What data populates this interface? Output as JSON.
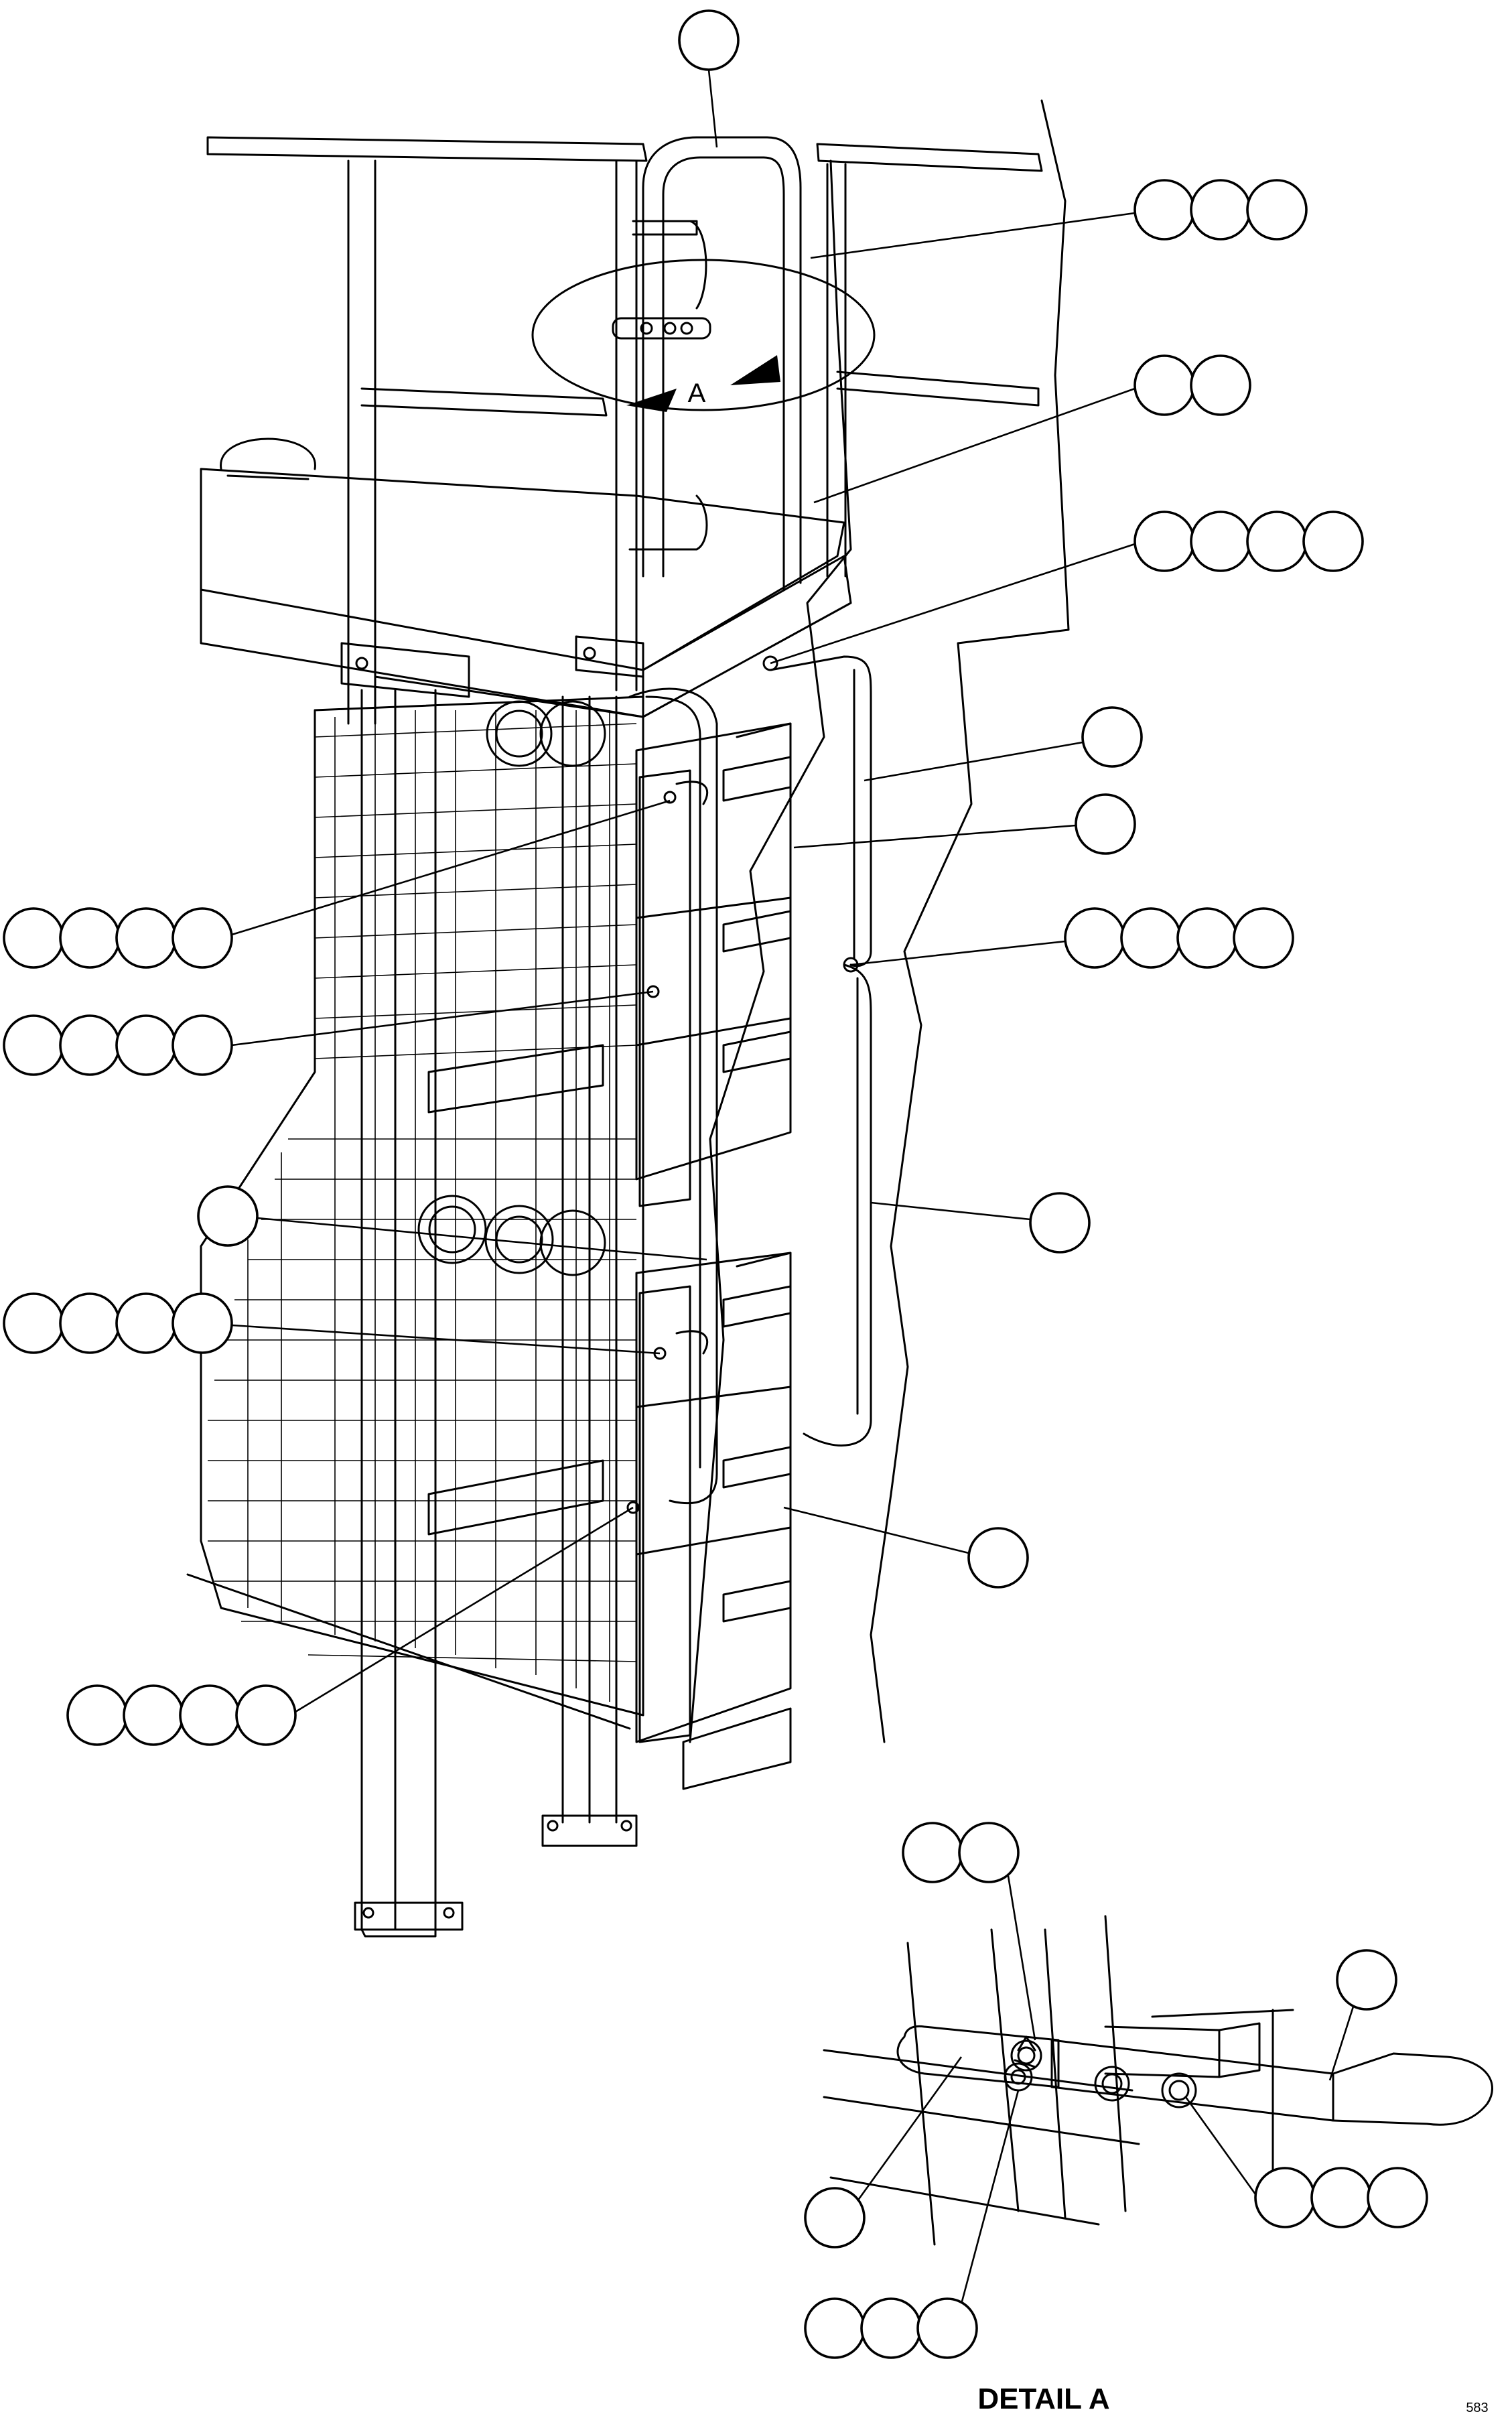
{
  "detail_reference": "A",
  "detail_title": "DETAIL A",
  "sheet_id": "583"
}
